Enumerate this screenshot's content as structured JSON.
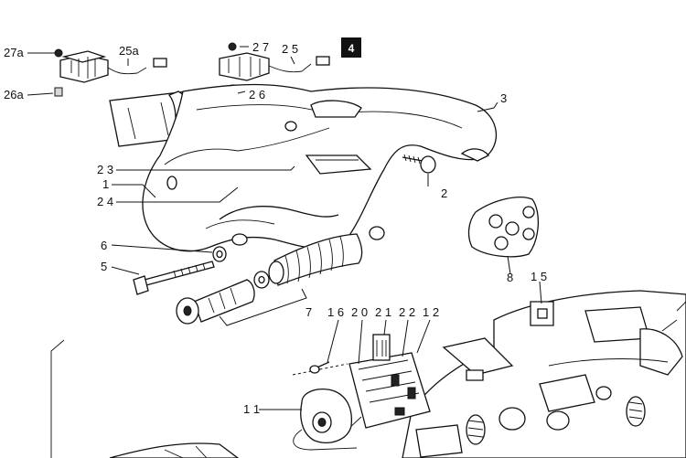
{
  "figure_badge": "4",
  "callouts": [
    {
      "id": "27a",
      "label": "27a"
    },
    {
      "id": "25a",
      "label": "25a"
    },
    {
      "id": "26a",
      "label": "26a"
    },
    {
      "id": "27",
      "label": "2 7"
    },
    {
      "id": "25",
      "label": "2 5"
    },
    {
      "id": "26",
      "label": "2 6"
    },
    {
      "id": "3",
      "label": "3"
    },
    {
      "id": "23",
      "label": "2 3"
    },
    {
      "id": "1",
      "label": "1"
    },
    {
      "id": "24",
      "label": "2 4"
    },
    {
      "id": "2",
      "label": "2"
    },
    {
      "id": "6",
      "label": "6"
    },
    {
      "id": "5",
      "label": "5"
    },
    {
      "id": "8",
      "label": "8"
    },
    {
      "id": "15",
      "label": "1 5"
    },
    {
      "id": "7",
      "label": "7"
    },
    {
      "id": "16",
      "label": "1 6"
    },
    {
      "id": "20",
      "label": "2 0"
    },
    {
      "id": "21",
      "label": "2 1"
    },
    {
      "id": "22",
      "label": "2 2"
    },
    {
      "id": "12",
      "label": "1 2"
    },
    {
      "id": "11",
      "label": "1 1"
    }
  ]
}
